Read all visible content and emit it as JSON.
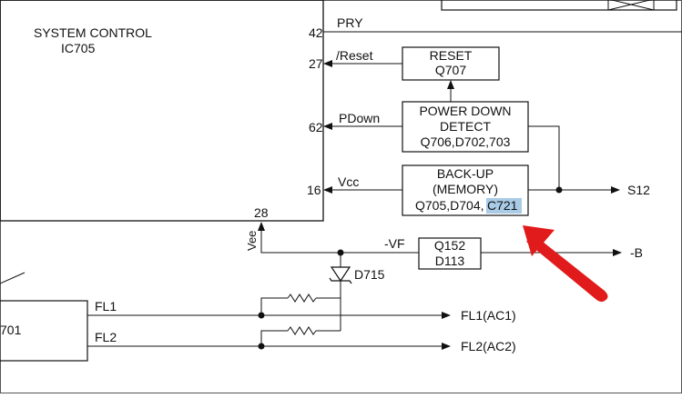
{
  "ic": {
    "name": "SYSTEM CONTROL",
    "ref": "IC705"
  },
  "pins": {
    "p42": "42",
    "p27": "27",
    "p62": "62",
    "p16": "16",
    "p28": "28"
  },
  "signals": {
    "pry": "PRY",
    "reset": "/Reset",
    "pdown": "PDown",
    "vcc": "Vcc",
    "vee": "Vee",
    "vf": "-VF",
    "s12": "S12",
    "minus_b": "-B",
    "fl1": "FL1",
    "fl2": "FL2",
    "fl1_out": "FL1(AC1)",
    "fl2_out": "FL2(AC2)",
    "left_ref": "701"
  },
  "blocks": {
    "reset": {
      "line1": "RESET",
      "line2": "Q707"
    },
    "pdd": {
      "line1": "POWER DOWN",
      "line2": "DETECT",
      "line3": "Q706,D702,703"
    },
    "backup": {
      "line1": "BACK-UP",
      "line2": "(MEMORY)",
      "line3a": "Q705,D704,",
      "line3b": "C721"
    },
    "q152": {
      "line1": "Q152",
      "line2": "D113"
    }
  },
  "diode": {
    "ref": "D715"
  },
  "annotation": {
    "color": "#e11b1b",
    "highlight": "#a9cbe6"
  }
}
